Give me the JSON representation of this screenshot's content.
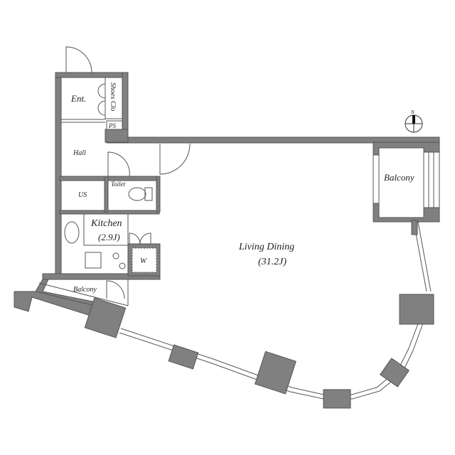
{
  "plan": {
    "rooms": {
      "entrance": "Ent.",
      "shoes_closet": "Shoes Clo",
      "pipe_space": "PS",
      "hall": "Hall",
      "toilet": "Toilet",
      "utility_space": "US",
      "kitchen": "Kitchen",
      "kitchen_size": "(2.9J)",
      "washer": "W",
      "balcony_left": "Balcony",
      "balcony_right": "Balcony",
      "living_dining": "Living Dining",
      "living_dining_size": "(31.2J)"
    },
    "compass": {
      "label": "N",
      "icon": "north-arrow-icon"
    },
    "colors": {
      "wall": "#808080",
      "line": "#555555"
    }
  }
}
